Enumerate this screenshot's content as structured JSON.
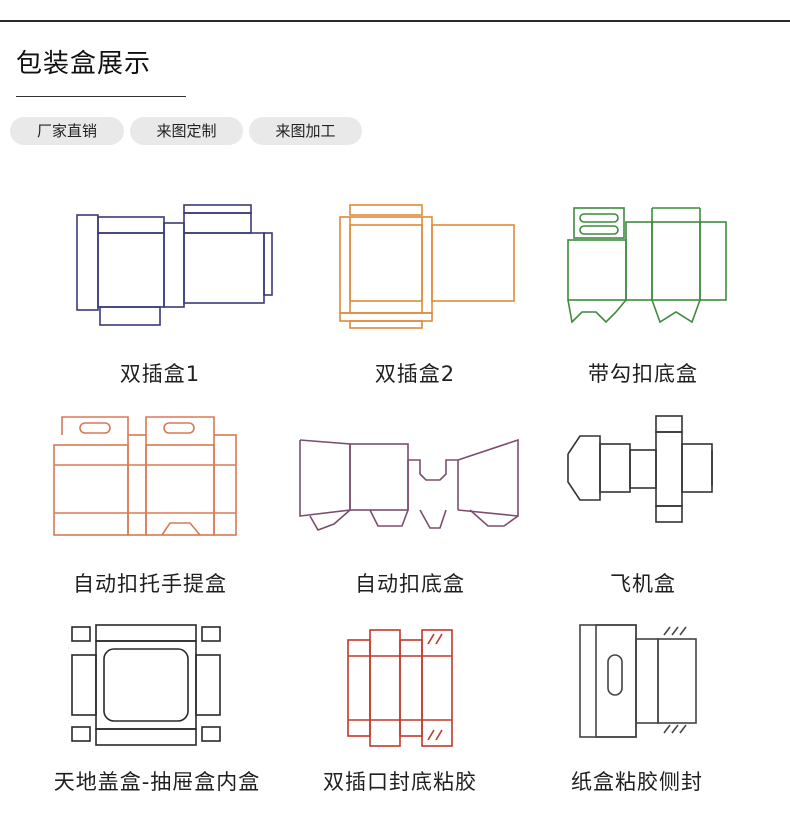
{
  "section": {
    "title": "包装盒展示",
    "tags": [
      "厂家直销",
      "来图定制",
      "来图加工"
    ]
  },
  "boxes": [
    {
      "label": "双插盒1",
      "color": "#3a3a78"
    },
    {
      "label": "双插盒2",
      "color": "#e08a3a"
    },
    {
      "label": "带勾扣底盒",
      "color": "#3f8a3f"
    },
    {
      "label": "自动扣托手提盒",
      "color": "#d97a55"
    },
    {
      "label": "自动扣底盒",
      "color": "#7a4f6e"
    },
    {
      "label": "飞机盒",
      "color": "#333333"
    },
    {
      "label": "天地盖盒-抽屉盒内盒",
      "color": "#2a2a2a"
    },
    {
      "label": "双插口封底粘胶",
      "color": "#c0392b"
    },
    {
      "label": "纸盒粘胶侧封",
      "color": "#444444"
    }
  ]
}
